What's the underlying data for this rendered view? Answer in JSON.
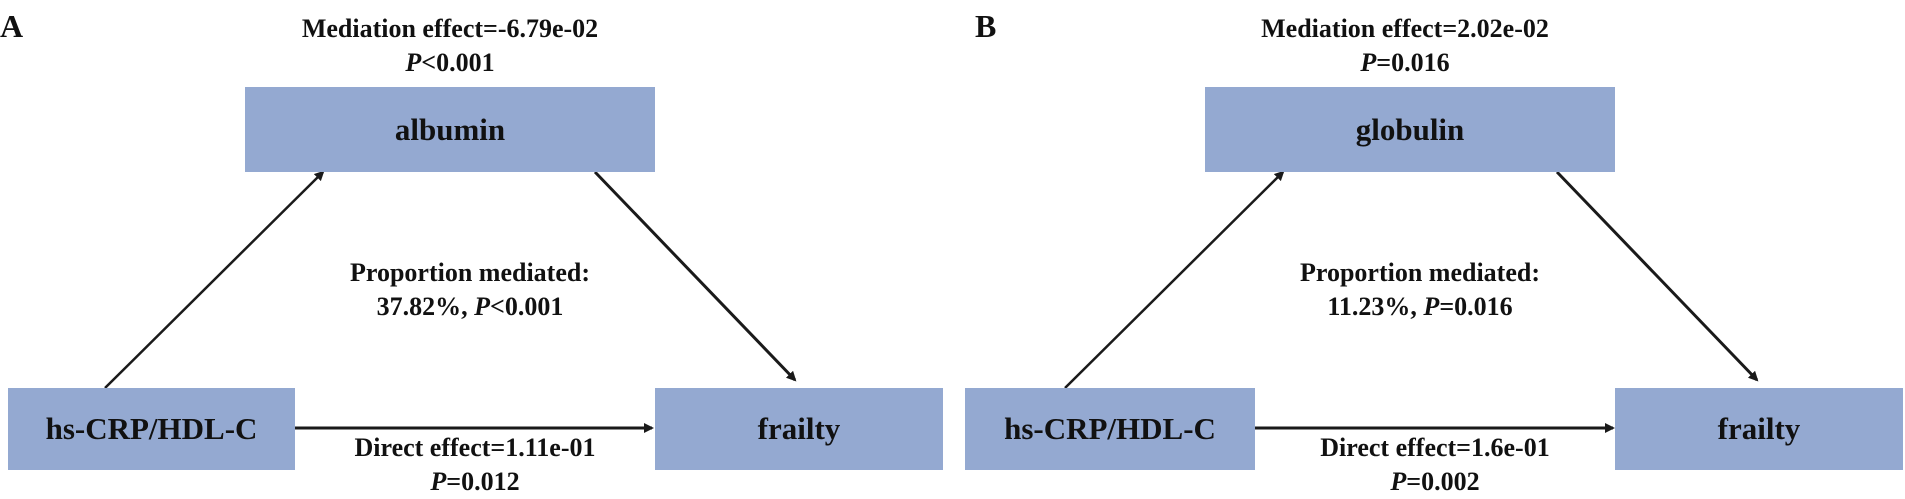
{
  "panels": [
    {
      "label": "A",
      "mediator": "albumin",
      "exposure": "hs-CRP/HDL-C",
      "outcome": "frailty",
      "mediation_effect": "-6.79e-02",
      "mediation_p_op": "<",
      "mediation_p_val": "0.001",
      "proportion_title": "Proportion mediated:",
      "proportion_value": "37.82%",
      "proportion_p_op": "<",
      "proportion_p_val": "0.001",
      "direct_effect": "1.11e-01",
      "direct_p_op": "=",
      "direct_p_val": "0.012"
    },
    {
      "label": "B",
      "mediator": "globulin",
      "exposure": "hs-CRP/HDL-C",
      "outcome": "frailty",
      "mediation_effect": "2.02e-02",
      "mediation_p_op": "=",
      "mediation_p_val": "0.016",
      "proportion_title": "Proportion mediated:",
      "proportion_value": "11.23%",
      "proportion_p_op": "=",
      "proportion_p_val": "0.016",
      "direct_effect": "1.6e-01",
      "direct_p_op": "=",
      "direct_p_val": "0.002"
    }
  ],
  "labels": {
    "mediation_prefix": "Mediation effect=",
    "direct_prefix": "Direct effect=",
    "p_letter": "P",
    "comma": ", "
  },
  "colors": {
    "box_fill": "#94a9d1",
    "arrow": "#1a1a1a"
  }
}
